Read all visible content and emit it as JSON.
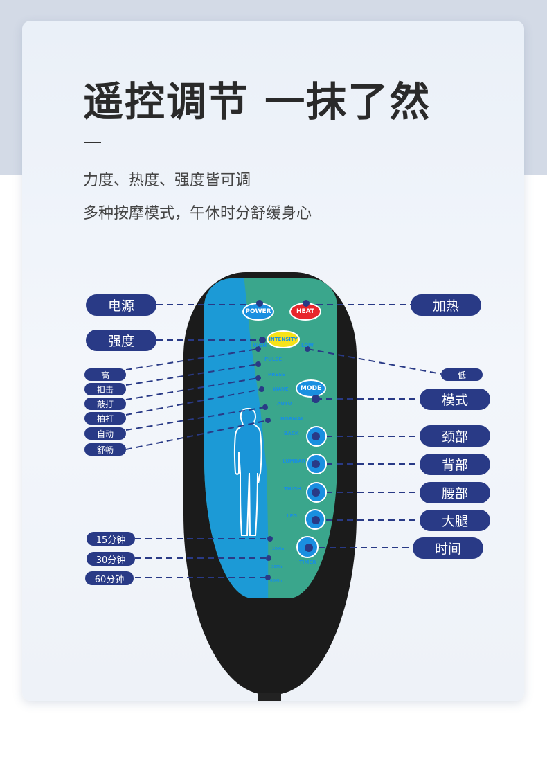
{
  "heading": "遥控调节 一抹了然",
  "subtitle1": "力度、热度、强度皆可调",
  "subtitle2": "多种按摩模式，午休时分舒缓身心",
  "remote": {
    "power": "POWER",
    "heat": "HEAT",
    "intensity": "INTENSITY",
    "high": "HIGH",
    "low": "LOW",
    "pulse": "PULSE",
    "press": "PRESS",
    "wave": "WAVE",
    "auto": "AUTO",
    "normal": "NORMAL",
    "mode": "MODE",
    "back": "BACK",
    "lumbar": "LUMBAR",
    "thigh": "THIGH",
    "leg": "LEG",
    "timer": "TIMER",
    "t15": "15Min",
    "t30": "30Min",
    "t60": "60Min"
  },
  "labels": {
    "power": "电源",
    "intensity": "强度",
    "heat": "加热",
    "low": "低",
    "mode": "模式",
    "neck": "颈部",
    "back": "背部",
    "waist": "腰部",
    "thigh": "大腿",
    "time": "时间",
    "high": "高",
    "tap": "扣击",
    "knock": "敲打",
    "pat": "拍打",
    "auto": "自动",
    "smooth": "舒畅",
    "t15": "15分钟",
    "t30": "30分钟",
    "t60": "60分钟"
  },
  "colors": {
    "label_bg": "#293a86",
    "panel_green": "#3aa68c",
    "panel_blue": "#1c9ad6"
  }
}
